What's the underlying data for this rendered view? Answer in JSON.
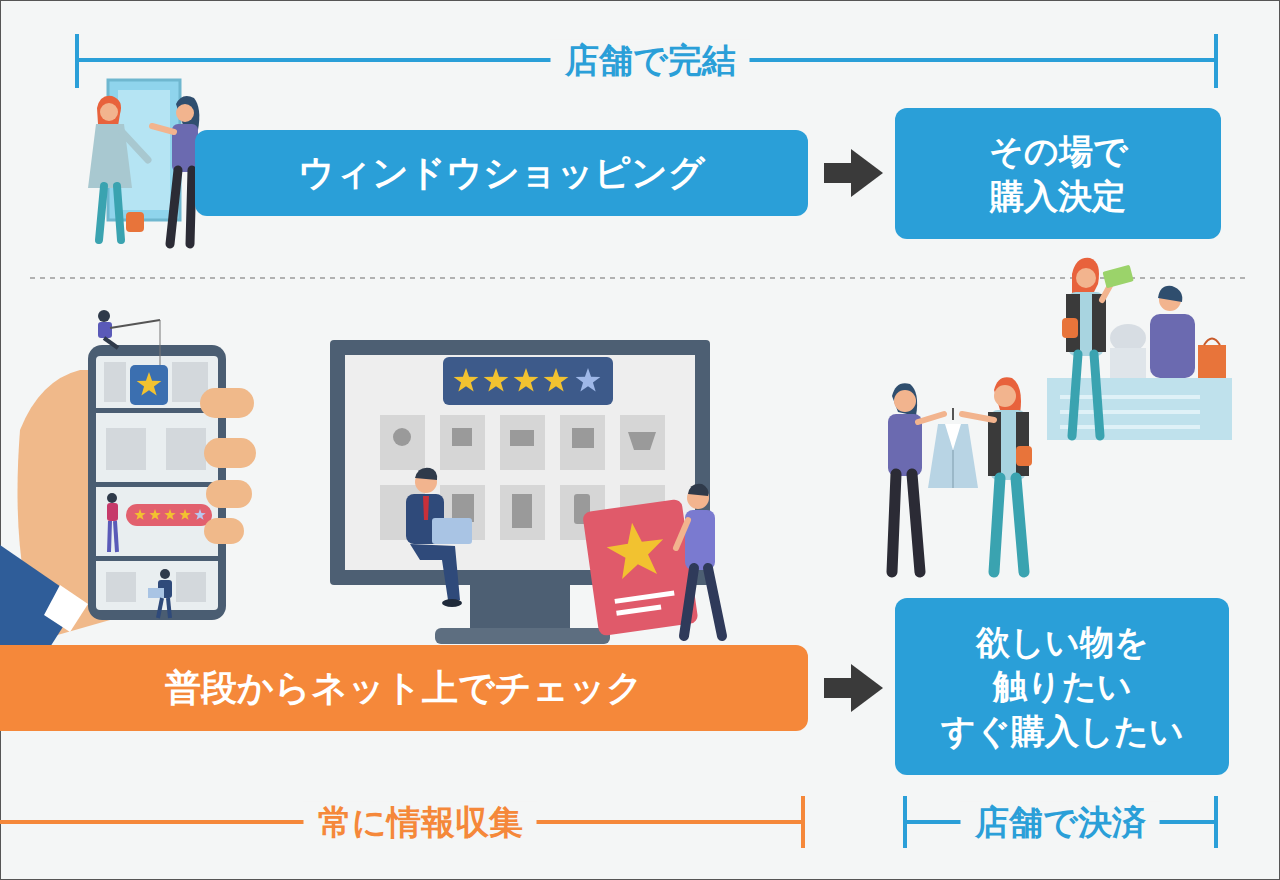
{
  "diagram": {
    "nodes": [
      {
        "text": [
          "ウィンドウショッピング"
        ]
      },
      {
        "text": [
          "その場で 購入決定"
        ]
      },
      {
        "text": [
          "普段からネット上でチェック"
        ]
      },
      {
        "text": [
          "欲しい物を 触りたい すぐ購入したい"
        ]
      }
    ],
    "edges": [
      {
        "from": 0,
        "to": 1,
        "arrow": "to"
      },
      {
        "from": 2,
        "to": 3,
        "arrow": "to"
      }
    ],
    "labels": [
      "店舗で完結",
      "常に情報収集",
      "店舗で決済"
    ]
  }
}
